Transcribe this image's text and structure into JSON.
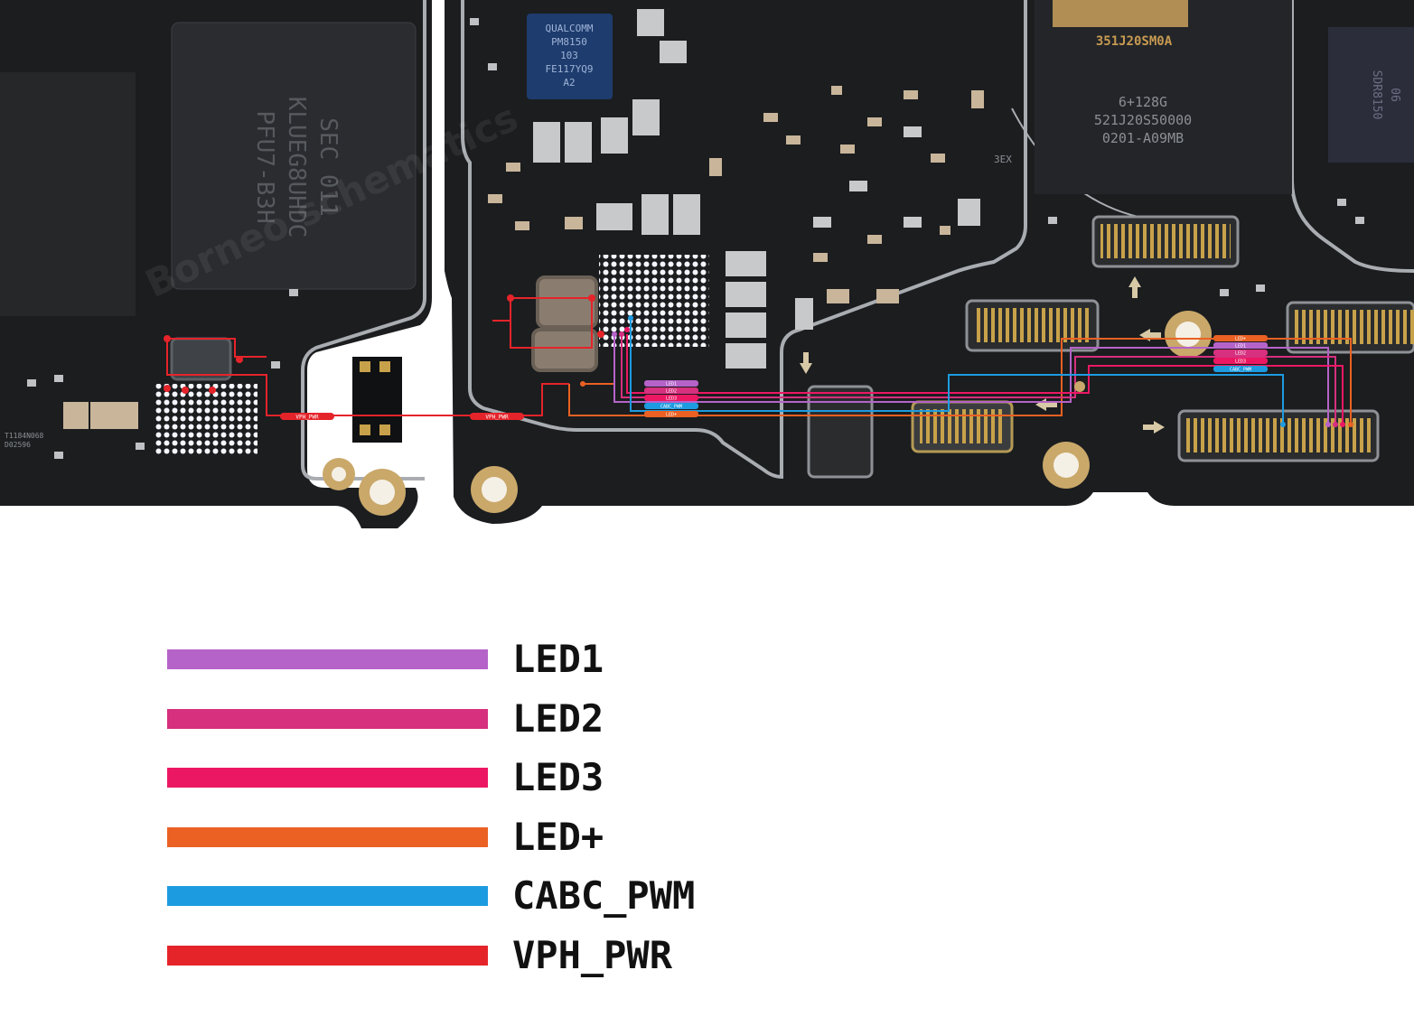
{
  "board": {
    "background_color": "#1b1d1f",
    "chip_labels": {
      "pmic": [
        "QUALCOMM",
        "PM8150",
        "103",
        "FE117YQ9",
        "A2"
      ],
      "ram_top": "351J20SM0A",
      "ram_body": [
        "6+128G",
        "521J20S50000",
        "0201-A09MB"
      ],
      "memory": [
        "SEC 011",
        "KLUEG8UHDC",
        "PFU7-B3H"
      ],
      "small_ic": "3EX",
      "left_small": [
        "T1184N068",
        "D02596"
      ],
      "right_chip": [
        "SDR8150",
        "06"
      ],
      "watermark": "Borneo schematics"
    },
    "net_tags": {
      "vph_pwr": "VPH_PWR",
      "center_stack": [
        "LED1",
        "LED2",
        "LED3",
        "CABC_PWM",
        "LED+"
      ],
      "right_stack": [
        "LED+",
        "LED1",
        "LED2",
        "LED3",
        "CABC_PWM"
      ]
    }
  },
  "legend": [
    {
      "label": "LED1",
      "color": "#b563c9"
    },
    {
      "label": "LED2",
      "color": "#d6307f"
    },
    {
      "label": "LED3",
      "color": "#ec1763"
    },
    {
      "label": "LED+",
      "color": "#ea6123"
    },
    {
      "label": "CABC_PWM",
      "color": "#1d9be0"
    },
    {
      "label": "VPH_PWR",
      "color": "#e5242a"
    }
  ]
}
